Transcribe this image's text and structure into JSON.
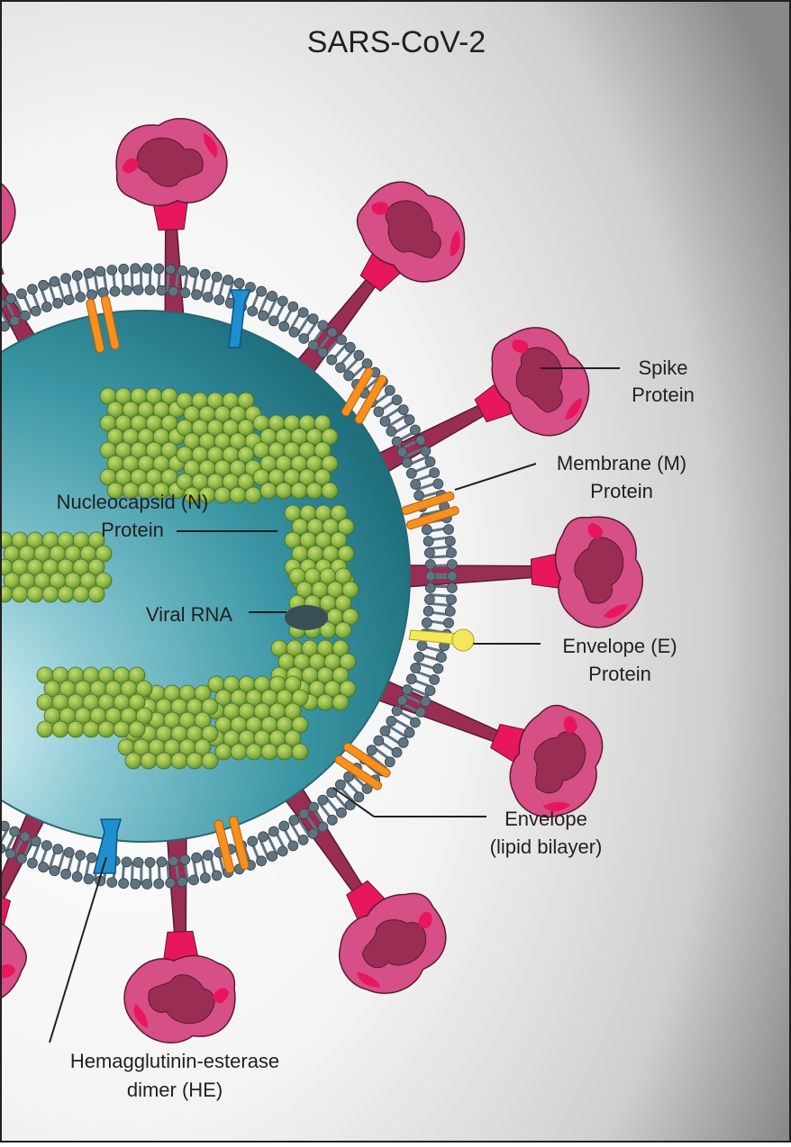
{
  "title": "SARS-CoV-2",
  "labels": {
    "spike": [
      "Spike",
      "Protein"
    ],
    "membrane": [
      "Membrane (M)",
      "Protein"
    ],
    "nucleocapsid": [
      "Nucleocapsid (N)",
      "Protein"
    ],
    "rna": "Viral RNA",
    "envelope_e": [
      "Envelope (E)",
      "Protein"
    ],
    "envelope": [
      "Envelope",
      "(lipid bilayer)"
    ],
    "he": [
      "Hemagglutinin-esterase",
      "dimer (HE)"
    ]
  },
  "colors": {
    "spike_light": "#d64f86",
    "spike_dark": "#9a2d53",
    "spike_accent": "#e8175d",
    "membrane_protein": "#f7901e",
    "he_protein": "#1f8fd0",
    "envelope_protein": "#f3e85a",
    "lipid_head": "#5f7480",
    "nucleocapsid": "#8db645",
    "rna": "#3a4e57",
    "core_light": "#cfeef2",
    "core_dark": "#23808e"
  }
}
